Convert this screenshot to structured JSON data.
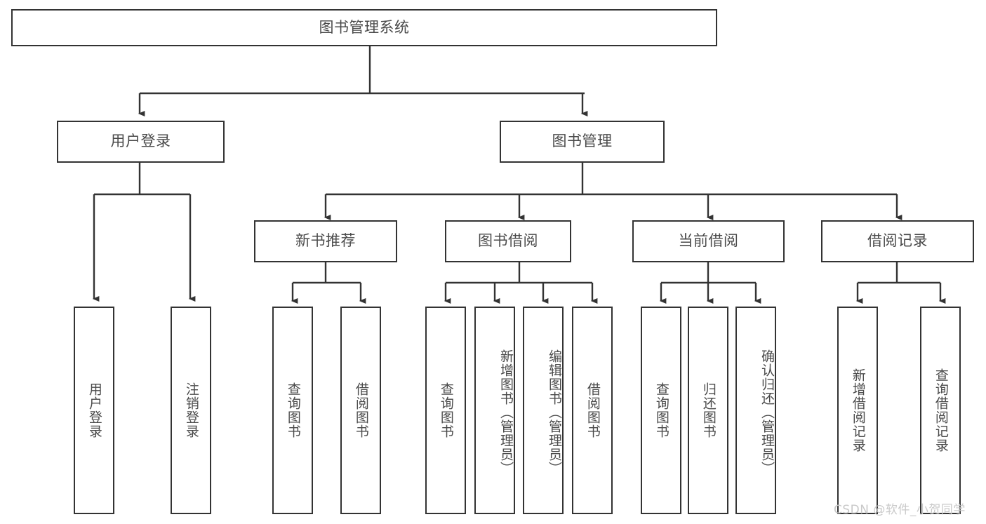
{
  "diagram": {
    "title": "图书管理系统",
    "type": "tree-hierarchy-diagram",
    "colors": {
      "box_border": "#333333",
      "box_fill": "#ffffff",
      "text": "#4a4a4a",
      "connector": "#333333",
      "watermark": "#c9c9c9",
      "background": "#ffffff"
    },
    "root": {
      "label": "图书管理系统"
    },
    "level1": [
      {
        "label": "用户登录"
      },
      {
        "label": "图书管理"
      }
    ],
    "level2": [
      {
        "label": "新书推荐"
      },
      {
        "label": "图书借阅"
      },
      {
        "label": "当前借阅"
      },
      {
        "label": "借阅记录"
      }
    ],
    "leaves": {
      "user_login": [
        {
          "label": "用户登录"
        },
        {
          "label": "注销登录"
        }
      ],
      "new_book_recommend": [
        {
          "label": "查询图书"
        },
        {
          "label": "借阅图书"
        }
      ],
      "book_borrow": [
        {
          "label": "查询图书"
        },
        {
          "label": "新增图书（管理员）"
        },
        {
          "label": "编辑图书（管理员）"
        },
        {
          "label": "借阅图书"
        }
      ],
      "current_borrow": [
        {
          "label": "查询图书"
        },
        {
          "label": "归还图书"
        },
        {
          "label": "确认归还（管理员）"
        }
      ],
      "borrow_record": [
        {
          "label": "新增借阅记录"
        },
        {
          "label": "查询借阅记录"
        }
      ]
    }
  },
  "watermark": {
    "text": "CSDN @软件_小贺同学"
  }
}
